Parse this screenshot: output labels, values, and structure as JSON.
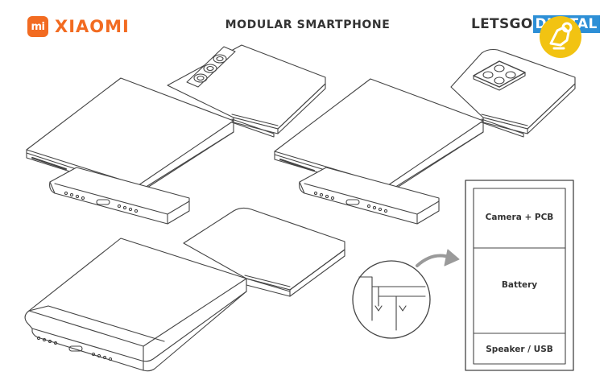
{
  "header": {
    "brand_logo_text": "mi",
    "brand_name": "XIAOMI",
    "title": "MODULAR SMARTPHONE",
    "source_logo_part1": "LETSGO",
    "source_logo_part2": "DIGITAL"
  },
  "modules": {
    "top": "Camera + PCB",
    "middle": "Battery",
    "bottom": "Speaker / USB"
  },
  "colors": {
    "brand": "#f26b21",
    "source_accent": "#2d8fd6",
    "badge": "#f2c312",
    "line": "#444444"
  }
}
